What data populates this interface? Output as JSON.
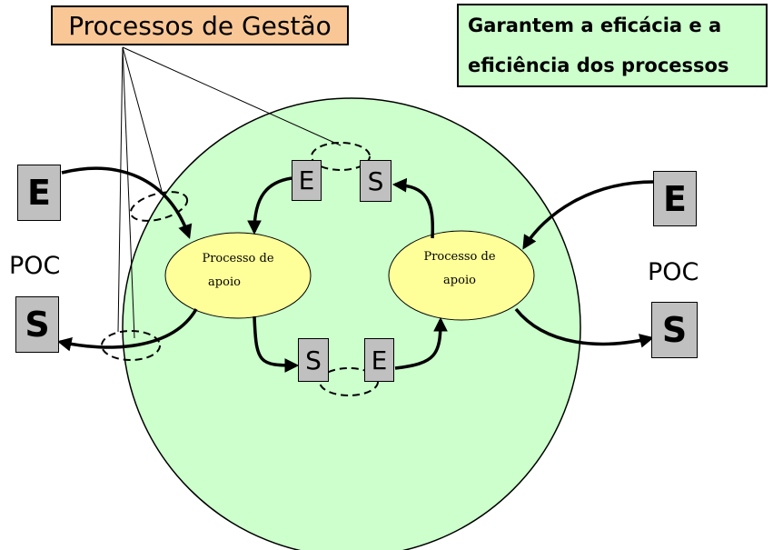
{
  "management_label": "Processos de Gestão",
  "note": {
    "line1": "Garantem a eficácia e a",
    "line2": "eficiência dos processos"
  },
  "left_entry": "E",
  "left_exit": "S",
  "left_poc": "POC",
  "right_entry": "E",
  "right_exit": "S",
  "right_poc": "POC",
  "top_pair": {
    "entry": "E",
    "exit": "S"
  },
  "bottom_pair": {
    "exit": "S",
    "entry": "E"
  },
  "process_left": {
    "line1": "Processo de",
    "line2": "apoio"
  },
  "process_right": {
    "line1": "Processo de",
    "line2": "apoio"
  },
  "colors": {
    "circle": "#ccffcc",
    "process": "#ffff99",
    "management_box": "#f9c796",
    "note_box": "#ccffcc",
    "letter_box": "#c0c0c0"
  }
}
